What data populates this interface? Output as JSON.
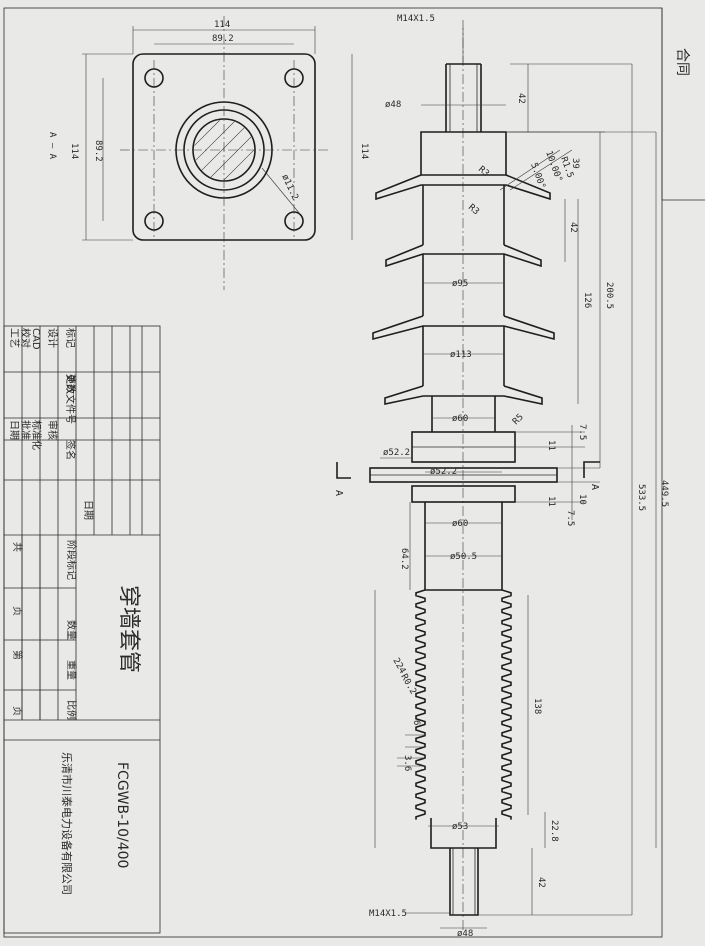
{
  "drawing": {
    "corner_stamp": "合同",
    "section_marker": "A",
    "section_label": "A — A",
    "plan_view": {
      "width_outer": "114",
      "width_bolt": "89.2",
      "height_outer": "114",
      "height_bolt": "89.2",
      "hole": "ø11.2"
    },
    "elevation": {
      "thread_top": "M14X1.5",
      "thread_bottom": "M14X1.5",
      "d48_top": "ø48",
      "d48_bottom": "ø48",
      "d95": "ø95",
      "d113": "ø113",
      "d60_upper": "ø60",
      "d60_lower": "ø60",
      "d52_2_a": "ø52.2",
      "d52_2_b": "ø52.2",
      "d50_5": "ø50.5",
      "d53": "ø53",
      "len_42_top": "42",
      "len_39": "39",
      "r1_5": "R1.5",
      "ang_10": "10.00°",
      "ang_5": "5.00°",
      "r3_a": "R3",
      "r3_b": "R3",
      "len_42_shed": "42",
      "len_126": "126",
      "len_200_5": "200.5",
      "len_449_5": "449.5",
      "len_533_5": "533.5",
      "r5": "R5",
      "len_7_5_a": "7.5",
      "len_11_a": "11",
      "len_10": "10",
      "len_11_b": "11",
      "len_7_5_b": "7.5",
      "len_64_2": "64.2",
      "len_224": "224",
      "r0_2": "R0.2",
      "len_138": "138",
      "len_6": "6",
      "len_3_6": "3.6",
      "len_22_8": "22.8",
      "len_42_bottom": "42"
    }
  },
  "title_block": {
    "rows": [
      {
        "c1": "标记",
        "c2": "处数",
        "c3": "更改文件号",
        "c4": "签名",
        "c5": "日期"
      },
      {
        "c1": "设计",
        "c2": "",
        "c3": "审核",
        "c4": "",
        "c5": ""
      },
      {
        "c1": "CAD",
        "c2": "",
        "c3": "标准化",
        "c4": "",
        "c5": ""
      },
      {
        "c1": "校对",
        "c2": "",
        "c3": "批准",
        "c4": "",
        "c5": ""
      },
      {
        "c1": "工艺",
        "c2": "",
        "c3": "日期",
        "c4": "",
        "c5": ""
      }
    ],
    "stage_label": "阶段标记",
    "quantity_label": "数量",
    "weight_label": "重量",
    "scale_label": "比例",
    "total_label": "共",
    "page_label": "页",
    "sheet_label": "第",
    "sheet_page_label": "页",
    "part_name": "穿墙套管",
    "drawing_number": "FCGWB-10/400",
    "company": "乐清市川泰电力设备有限公司"
  }
}
